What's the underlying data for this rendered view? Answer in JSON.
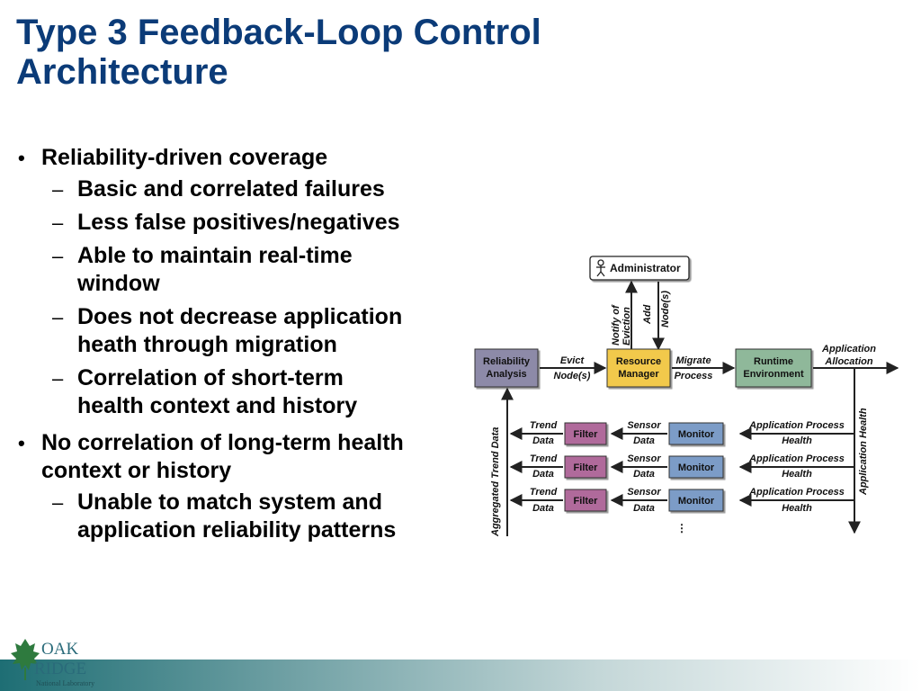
{
  "slide": {
    "title_lines": [
      "Type 3 Feedback-Loop Control",
      "Architecture"
    ],
    "bullets": [
      {
        "text": "Reliability-driven coverage",
        "subs": [
          [
            "Basic and correlated failures"
          ],
          [
            "Less false positives/negatives"
          ],
          [
            "Able to maintain real-time",
            "window"
          ],
          [
            "Does not decrease application",
            "heath through migration"
          ],
          [
            "Correlation of short-term",
            "health context and history"
          ]
        ]
      },
      {
        "text_lines": [
          "No correlation of long-term health",
          "context or history"
        ],
        "subs": [
          [
            "Unable to match system and",
            "application reliability patterns"
          ]
        ]
      }
    ]
  },
  "diagram": {
    "boxes": {
      "administrator": "Administrator",
      "reliability": [
        "Reliability",
        "Analysis"
      ],
      "resource": [
        "Resource",
        "Manager"
      ],
      "runtime": [
        "Runtime",
        "Environment"
      ],
      "filter": "Filter",
      "monitor": "Monitor"
    },
    "labels": {
      "notify": [
        "Notify of",
        "Eviction"
      ],
      "add": [
        "Add",
        "Node(s)"
      ],
      "evict": [
        "Evict",
        "Node(s)"
      ],
      "migrate": [
        "Migrate",
        "Process"
      ],
      "allocation": [
        "Application",
        "Allocation"
      ],
      "app_health": "Application Health",
      "trend_agg": "Aggregated Trend Data",
      "trend": [
        "Trend",
        "Data"
      ],
      "sensor": [
        "Sensor",
        "Data"
      ],
      "proc": [
        "Application Process",
        "Health"
      ],
      "ellipsis": "⋮"
    },
    "colors": {
      "reliability": "#8d8aa8",
      "resource": "#f2c94c",
      "runtime": "#8fb89a",
      "filter": "#b06a9b",
      "monitor": "#7c9cc7",
      "admin": "#ffffff"
    }
  },
  "footer": {
    "logo_top": "OAK",
    "logo_bottom": "RIDGE",
    "logo_caption": "National Laboratory"
  }
}
